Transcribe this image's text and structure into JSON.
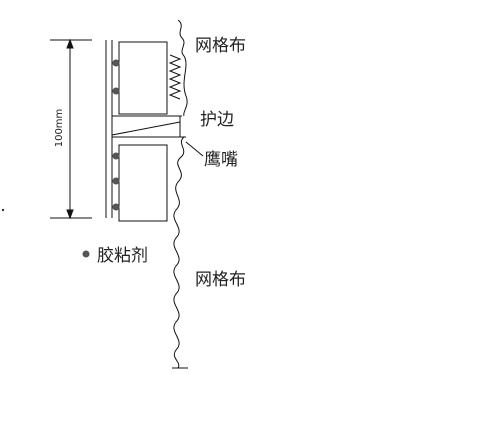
{
  "labels": {
    "mesh_top": "网格布",
    "protect_edge": "护边",
    "drip_edge": "鹰嘴",
    "adhesive": "胶粘剂",
    "mesh_bottom": "网格布",
    "dimension": "100mm"
  },
  "colors": {
    "line": "#111111",
    "dot": "#555555",
    "background": "#ffffff"
  }
}
